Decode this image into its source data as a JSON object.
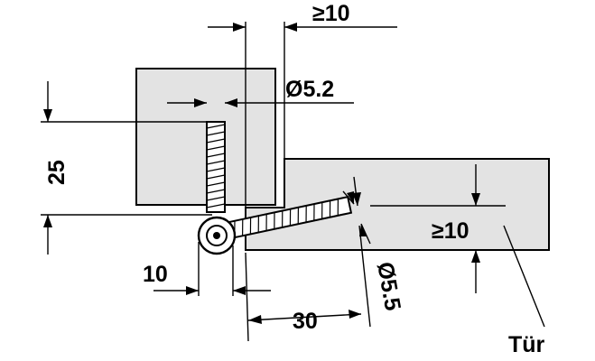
{
  "labels": {
    "width_top": "≥10",
    "pin_diameter": "Ø5.2",
    "height": "25",
    "door_depth": "≥10",
    "offset": "10",
    "pin_length": "30",
    "door_pin_diameter": "Ø5.5",
    "door": "Tür"
  }
}
